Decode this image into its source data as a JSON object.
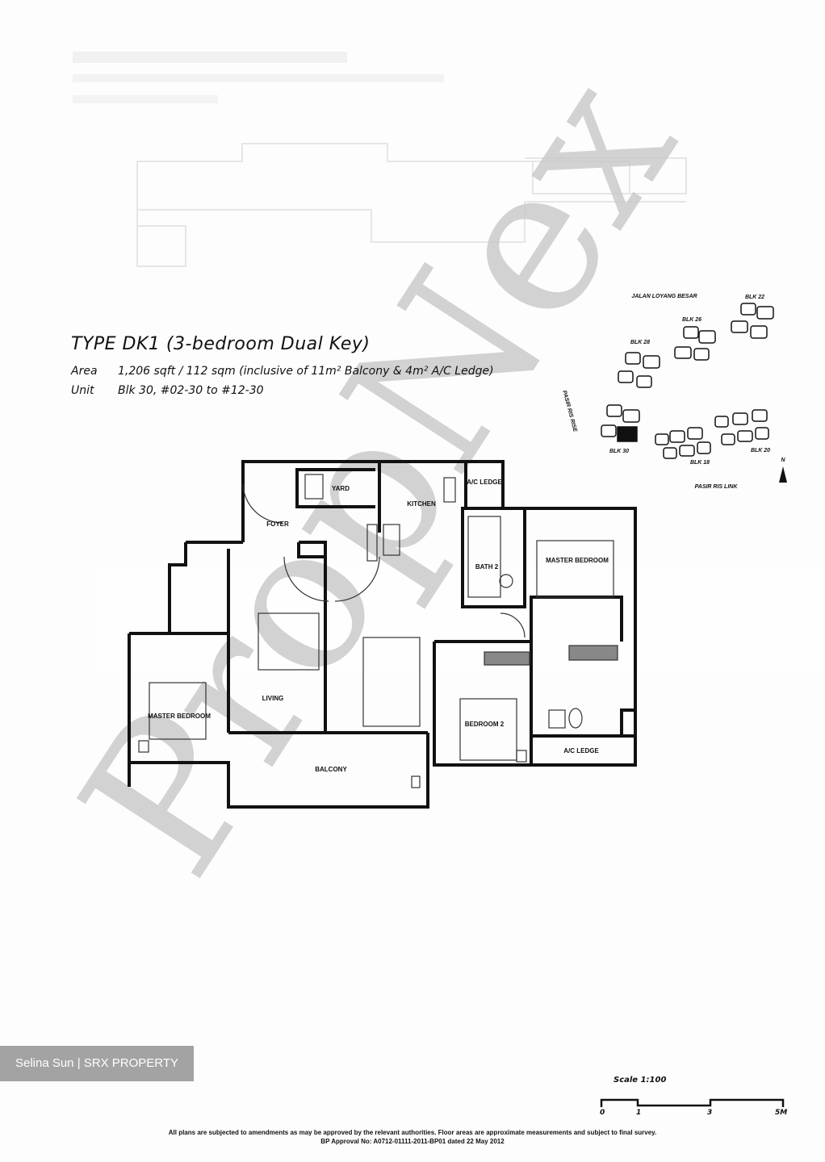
{
  "plan": {
    "title": "TYPE DK1 (3-bedroom Dual Key)",
    "area_label": "Area",
    "area_value": "1,206 sqft / 112 sqm (inclusive of 11m² Balcony & 4m² A/C Ledge)",
    "unit_label": "Unit",
    "unit_value": "Blk 30, #02-30 to #12-30"
  },
  "rooms": {
    "yard": "YARD",
    "ac_ledge_top": "A/C LEDGE",
    "kitchen": "KITCHEN",
    "foyer": "FOYER",
    "bath2": "BATH 2",
    "master_bedroom_right": "MASTER BEDROOM",
    "master_bedroom_left": "MASTER BEDROOM",
    "living": "LIVING",
    "bedroom2": "BEDROOM 2",
    "ac_ledge_bottom": "A/C LEDGE",
    "balcony": "BALCONY"
  },
  "site_plan": {
    "road_north": "JALAN LOYANG BESAR",
    "road_west": "PASIR RIS RISE",
    "road_south": "PASIR RIS LINK",
    "blocks": [
      "BLK 22",
      "BLK 26",
      "BLK 28",
      "BLK 30",
      "BLK 18",
      "BLK 20"
    ],
    "north": "N",
    "highlighted_block": "BLK 30"
  },
  "scale": {
    "title": "Scale 1:100",
    "ticks": [
      "0",
      "1",
      "3",
      "5M"
    ]
  },
  "watermark": "PropNex",
  "badge": "Selina Sun | SRX PROPERTY",
  "footer": {
    "disclaimer": "All plans are subjected to amendments as may be approved by the relevant authorities. Floor areas are approximate measurements and subject to final survey.",
    "approval": "BP Approval No: A0712-01111-2011-BP01 dated 22 May 2012"
  }
}
